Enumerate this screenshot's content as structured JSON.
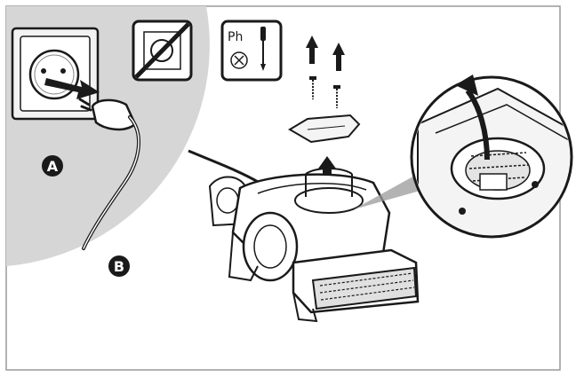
{
  "labels": {
    "step_a": "A",
    "step_b": "B",
    "tool_type": "Ph"
  },
  "icons": {
    "no_plug": "no-plug-icon",
    "screwdriver": "phillips-screwdriver-icon"
  },
  "colors": {
    "background": "#ffffff",
    "panel_gray": "#d6d6d6",
    "ink": "#1a1a1a",
    "mid_gray": "#8a8a8a",
    "frame": "#9a9a9a"
  }
}
